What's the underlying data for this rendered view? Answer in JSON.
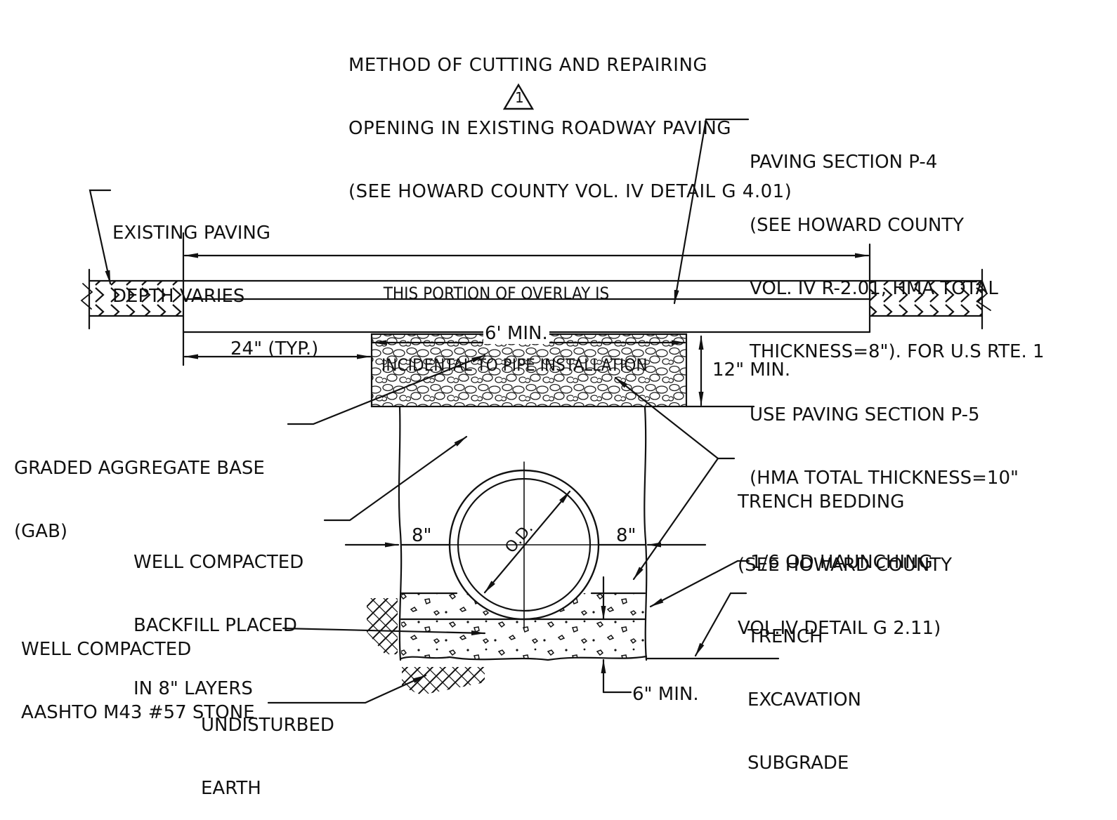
{
  "title": {
    "lines": [
      "METHOD OF CUTTING AND REPAIRING",
      "OPENING IN EXISTING ROADWAY PAVING",
      "(SEE HOWARD COUNTY VOL. IV DETAIL G 4.01)"
    ],
    "revision_marker": "1"
  },
  "labels": {
    "paving_section": [
      "PAVING SECTION P-4",
      "(SEE HOWARD COUNTY",
      "VOL. IV R-2.01, HMA TOTAL",
      "THICKNESS=8\"). FOR U.S RTE. 1",
      "USE PAVING SECTION P-5",
      "(HMA TOTAL THICKNESS=10\""
    ],
    "existing_paving": [
      "EXISTING PAVING",
      "DEPTH VARIES"
    ],
    "overlay": [
      "THIS PORTION OF OVERLAY IS",
      "INCIDENTAL TO PIPE INSTALLATION"
    ],
    "six_ft_min": "6' MIN.",
    "twenty_four_typ": "24\" (TYP.)",
    "twelve_min": "12\" MIN.",
    "gab": [
      "GRADED AGGREGATE BASE",
      "(GAB)"
    ],
    "trench_bedding": [
      "TRENCH BEDDING",
      "(SEE HOWARD COUNTY",
      "VOL.IV DETAIL G 2.11)"
    ],
    "backfill": [
      "WELL COMPACTED",
      "BACKFILL PLACED",
      "IN 8\" LAYERS"
    ],
    "eight_left": "8\"",
    "eight_right": "8\"",
    "od": "O.D.",
    "haunching": "1/6 OD HAUNCHING",
    "stone": [
      "WELL COMPACTED",
      "AASHTO M43 #57 STONE"
    ],
    "trench_subgrade": [
      "TRENCH",
      "EXCAVATION",
      "SUBGRADE"
    ],
    "undisturbed": [
      "UNDISTURBED",
      "EARTH"
    ],
    "six_min": "6\" MIN."
  }
}
